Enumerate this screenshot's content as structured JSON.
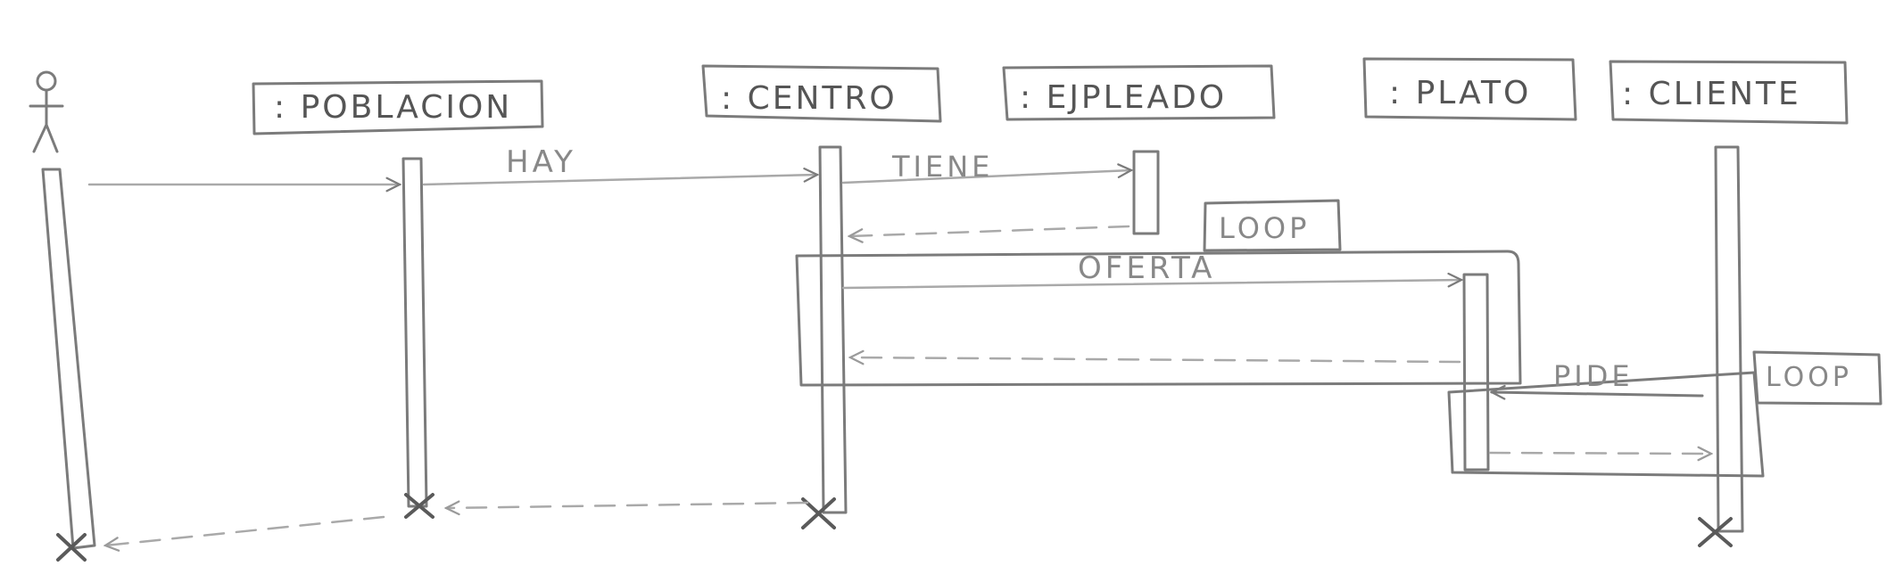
{
  "participants": [
    {
      "id": "actor",
      "kind": "stick-figure"
    },
    {
      "id": "poblacion",
      "label": ": POBLACION"
    },
    {
      "id": "centro",
      "label": ": CENTRO"
    },
    {
      "id": "empleado",
      "label": ": EJPLEADO"
    },
    {
      "id": "plato",
      "label": ": PLATO"
    },
    {
      "id": "cliente",
      "label": ": CLIENTE"
    }
  ],
  "messages": [
    {
      "from": "actor",
      "to": "poblacion",
      "label": "",
      "kind": "call"
    },
    {
      "from": "poblacion",
      "to": "centro",
      "label": "HAY",
      "kind": "call"
    },
    {
      "from": "centro",
      "to": "empleado",
      "label": "TIENE",
      "kind": "call"
    },
    {
      "from": "empleado",
      "to": "centro",
      "label": "",
      "kind": "return"
    },
    {
      "from": "centro",
      "to": "plato",
      "label": "OFERTA",
      "kind": "call"
    },
    {
      "from": "plato",
      "to": "centro",
      "label": "",
      "kind": "return"
    },
    {
      "from": "cliente",
      "to": "plato",
      "label": "PIDE",
      "kind": "call"
    },
    {
      "from": "plato",
      "to": "cliente",
      "label": "",
      "kind": "return"
    }
  ],
  "fragments": [
    {
      "id": "loop-oferta",
      "label": "LOOP"
    },
    {
      "id": "loop-pide",
      "label": "LOOP"
    }
  ]
}
